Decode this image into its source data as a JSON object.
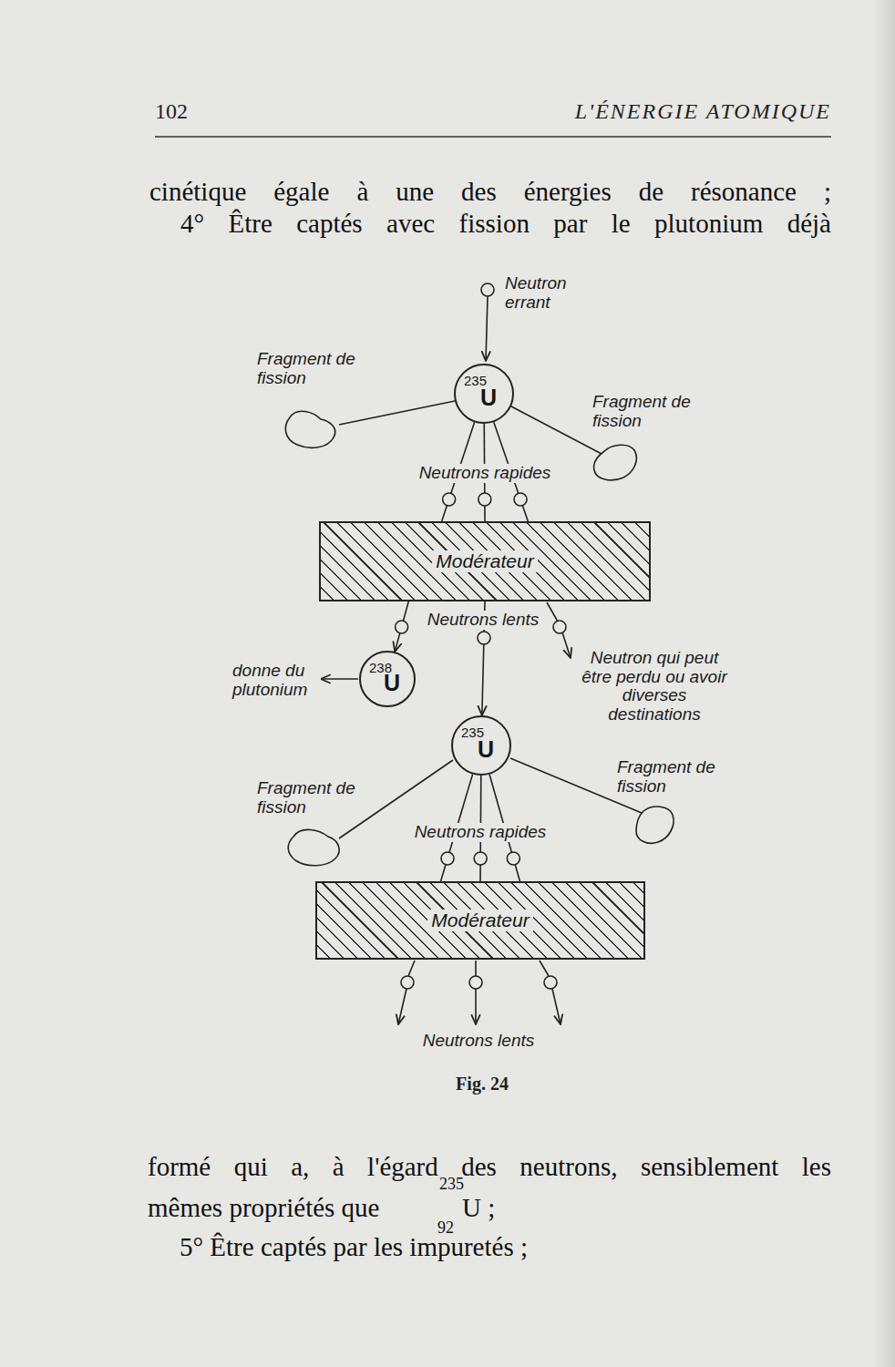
{
  "diagram": {
    "caption": "Fig. 24",
    "nodes": [
      {
        "text": [
          "235",
          "U"
        ]
      },
      {
        "text": [
          "Modérateur"
        ]
      },
      {
        "text": [
          "238",
          "U"
        ]
      },
      {
        "text": [
          "235",
          "U"
        ]
      },
      {
        "text": [
          "Modérateur"
        ]
      }
    ],
    "edges": [
      {
        "from": 0,
        "to": 1,
        "arrow": "none"
      },
      {
        "from": 0,
        "to": 1,
        "arrow": "none"
      },
      {
        "from": 0,
        "to": 1,
        "arrow": "none"
      },
      {
        "from": 1,
        "to": 2,
        "arrow": "to"
      },
      {
        "from": 1,
        "to": 3,
        "arrow": "to"
      },
      {
        "from": 3,
        "to": 4,
        "arrow": "none"
      },
      {
        "from": 3,
        "to": 4,
        "arrow": "none"
      },
      {
        "from": 3,
        "to": 4,
        "arrow": "none"
      }
    ],
    "labels": [
      "102",
      "L'ÉNERGIE ATOMIQUE",
      "cinétique égale à une des énergies de résonance ;",
      "4° Être captés avec fission par le plutonium déjà",
      "Neutron errant",
      "Fragment de fission",
      "Fragment de fission",
      "Neutrons rapides",
      "Neutrons lents",
      "donne du plutonium",
      "Neutron qui peut être perdu ou avoir diverses destinations",
      "Fragment de fission",
      "Fragment de fission",
      "Neutrons rapides",
      "Neutrons lents",
      "formé qui a, à l'égard des neutrons, sensiblement les",
      "mêmes propriétés que",
      "235",
      "92",
      "U ;",
      "5° Être captés par les impuretés ;"
    ]
  }
}
